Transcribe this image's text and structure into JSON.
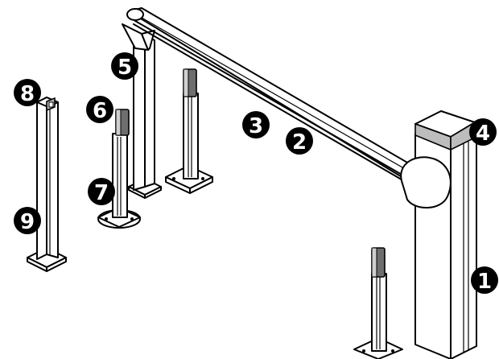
{
  "diagram": {
    "callouts": [
      {
        "id": "1",
        "label": "1"
      },
      {
        "id": "2",
        "label": "2"
      },
      {
        "id": "3",
        "label": "3"
      },
      {
        "id": "4",
        "label": "4"
      },
      {
        "id": "5",
        "label": "5"
      },
      {
        "id": "6",
        "label": "6"
      },
      {
        "id": "7",
        "label": "7"
      },
      {
        "id": "8",
        "label": "8"
      },
      {
        "id": "9",
        "label": "9"
      }
    ],
    "colors": {
      "line": "#000000",
      "background": "#ffffff",
      "shade_light": "#bdbdbd",
      "shade_dark": "#6e6e6e"
    }
  }
}
